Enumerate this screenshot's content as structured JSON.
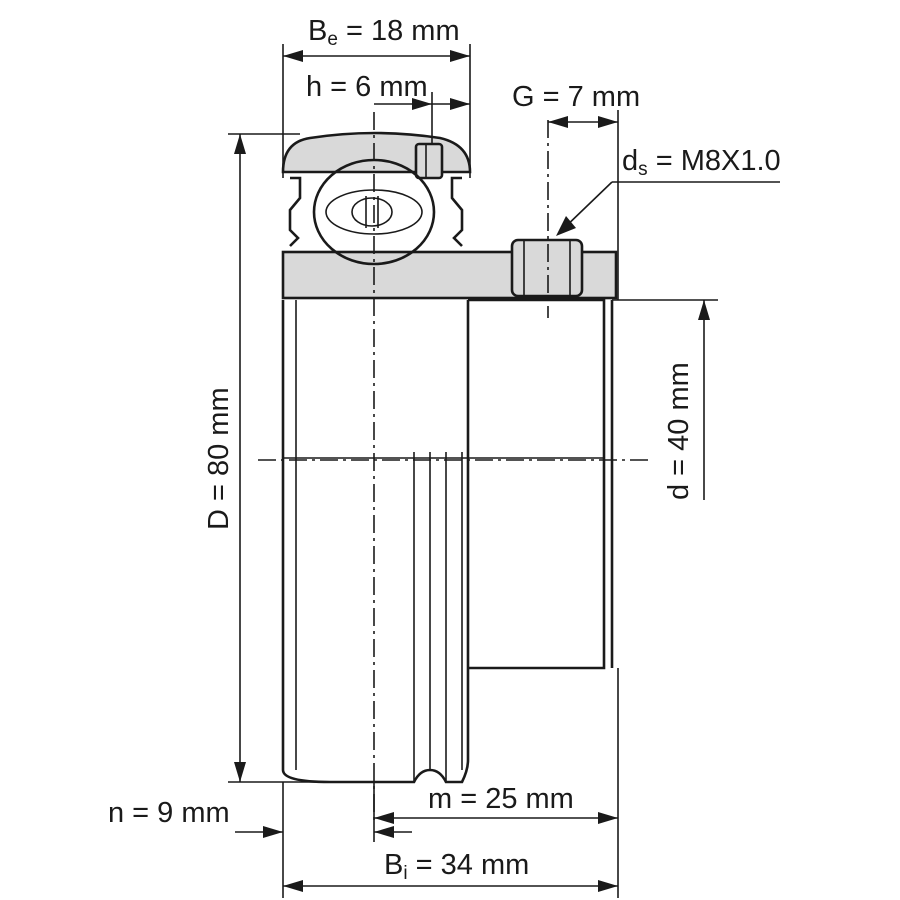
{
  "dimensions": {
    "be": {
      "prefix": "B",
      "sub": "e",
      "rest": " = 18 mm"
    },
    "h": {
      "text": "h = 6 mm"
    },
    "g": {
      "text": "G = 7 mm"
    },
    "ds": {
      "prefix": "d",
      "sub": "s",
      "rest": " = M8X1.0"
    },
    "d_outer": {
      "text": "D = 80 mm"
    },
    "d_bore": {
      "text": "d = 40 mm"
    },
    "n": {
      "text": "n = 9 mm"
    },
    "m": {
      "text": "m = 25 mm"
    },
    "bi": {
      "prefix": "B",
      "sub": "i",
      "rest": " = 34 mm"
    }
  }
}
